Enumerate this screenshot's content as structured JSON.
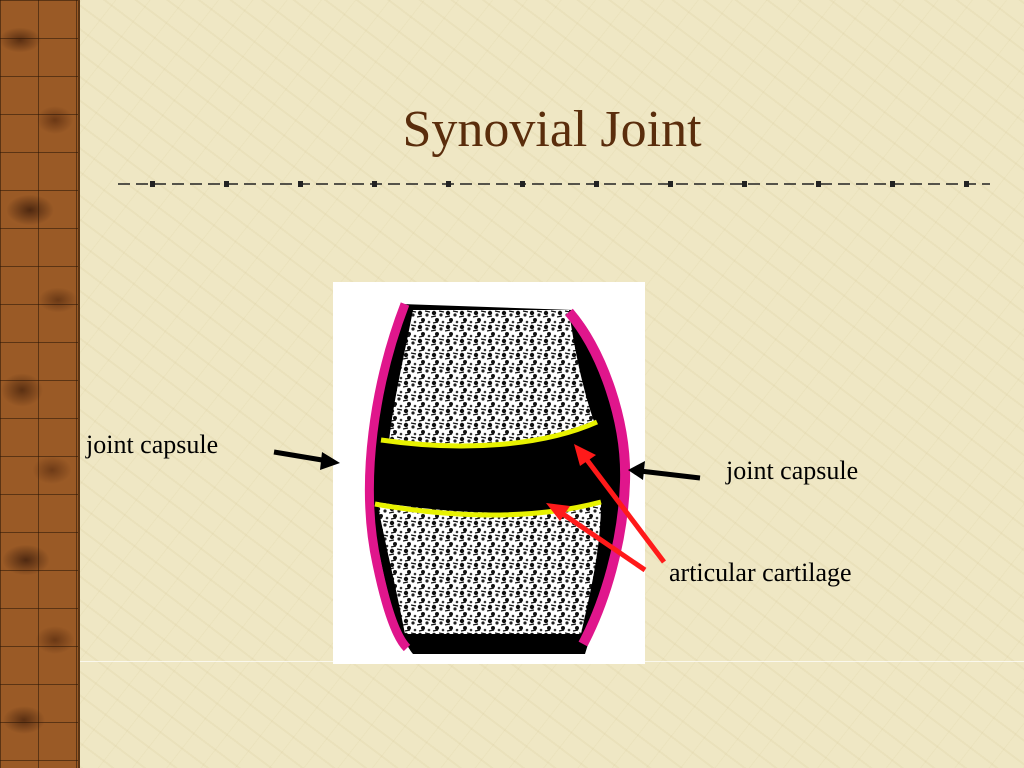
{
  "slide": {
    "title": "Synovial Joint"
  },
  "labels": {
    "joint_capsule_left": "joint capsule",
    "joint_capsule_right": "joint capsule",
    "articular_cartilage": "articular cartilage"
  },
  "colors": {
    "background": "#efe7c4",
    "title": "#5a2d0c",
    "capsule": "#e0168c",
    "cartilage": "#e8f200",
    "cavity": "#000000",
    "arrow_black": "#000000",
    "arrow_red": "#ff1a1a"
  }
}
